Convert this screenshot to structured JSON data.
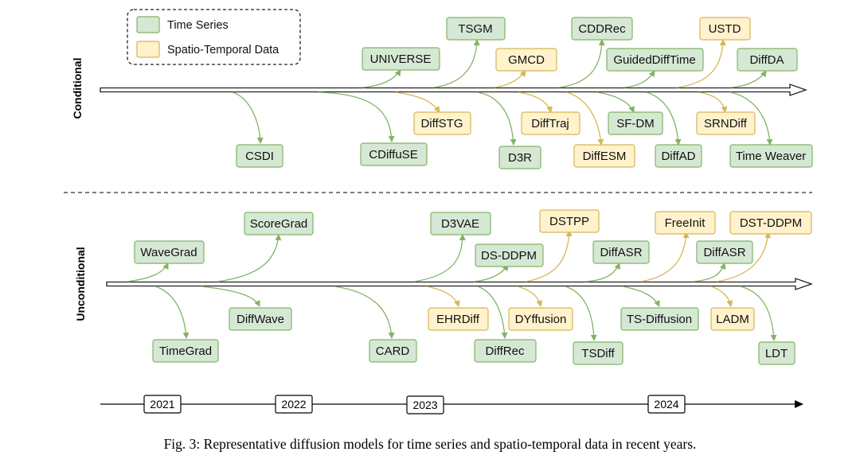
{
  "legend": {
    "time_series": "Time Series",
    "spatio_temporal": "Spatio-Temporal Data"
  },
  "rows": {
    "conditional": "Conditional",
    "unconditional": "Unconditional"
  },
  "timeline": {
    "years": [
      "2021",
      "2022",
      "2023",
      "2024"
    ]
  },
  "models": {
    "conditional": [
      {
        "label": "CSDI",
        "category": "time_series"
      },
      {
        "label": "CDiffuSE",
        "category": "time_series"
      },
      {
        "label": "UNIVERSE",
        "category": "time_series"
      },
      {
        "label": "DiffSTG",
        "category": "spatio_temporal"
      },
      {
        "label": "TSGM",
        "category": "time_series"
      },
      {
        "label": "D3R",
        "category": "time_series"
      },
      {
        "label": "GMCD",
        "category": "spatio_temporal"
      },
      {
        "label": "DiffTraj",
        "category": "spatio_temporal"
      },
      {
        "label": "CDDRec",
        "category": "time_series"
      },
      {
        "label": "DiffESM",
        "category": "spatio_temporal"
      },
      {
        "label": "GuidedDiffTime",
        "category": "time_series"
      },
      {
        "label": "SF-DM",
        "category": "time_series"
      },
      {
        "label": "DiffAD",
        "category": "time_series"
      },
      {
        "label": "USTD",
        "category": "spatio_temporal"
      },
      {
        "label": "SRNDiff",
        "category": "spatio_temporal"
      },
      {
        "label": "DiffDA",
        "category": "time_series"
      },
      {
        "label": "Time Weaver",
        "category": "time_series"
      }
    ],
    "unconditional": [
      {
        "label": "WaveGrad",
        "category": "time_series"
      },
      {
        "label": "TimeGrad",
        "category": "time_series"
      },
      {
        "label": "ScoreGrad",
        "category": "time_series"
      },
      {
        "label": "DiffWave",
        "category": "time_series"
      },
      {
        "label": "CARD",
        "category": "time_series"
      },
      {
        "label": "D3VAE",
        "category": "time_series"
      },
      {
        "label": "EHRDiff",
        "category": "spatio_temporal"
      },
      {
        "label": "DS-DDPM",
        "category": "time_series"
      },
      {
        "label": "DiffRec",
        "category": "time_series"
      },
      {
        "label": "DSTPP",
        "category": "spatio_temporal"
      },
      {
        "label": "DYffusion",
        "category": "spatio_temporal"
      },
      {
        "label": "TSDiff",
        "category": "time_series"
      },
      {
        "label": "DiffASR",
        "category": "time_series"
      },
      {
        "label": "TS-Diffusion",
        "category": "time_series"
      },
      {
        "label": "FreeInit",
        "category": "spatio_temporal"
      },
      {
        "label": "DiffASR",
        "category": "time_series"
      },
      {
        "label": "LADM",
        "category": "spatio_temporal"
      },
      {
        "label": "DST-DDPM",
        "category": "spatio_temporal"
      },
      {
        "label": "LDT",
        "category": "time_series"
      }
    ]
  },
  "caption": "Fig. 3: Representative diffusion models for time series and spatio-temporal data in recent years."
}
